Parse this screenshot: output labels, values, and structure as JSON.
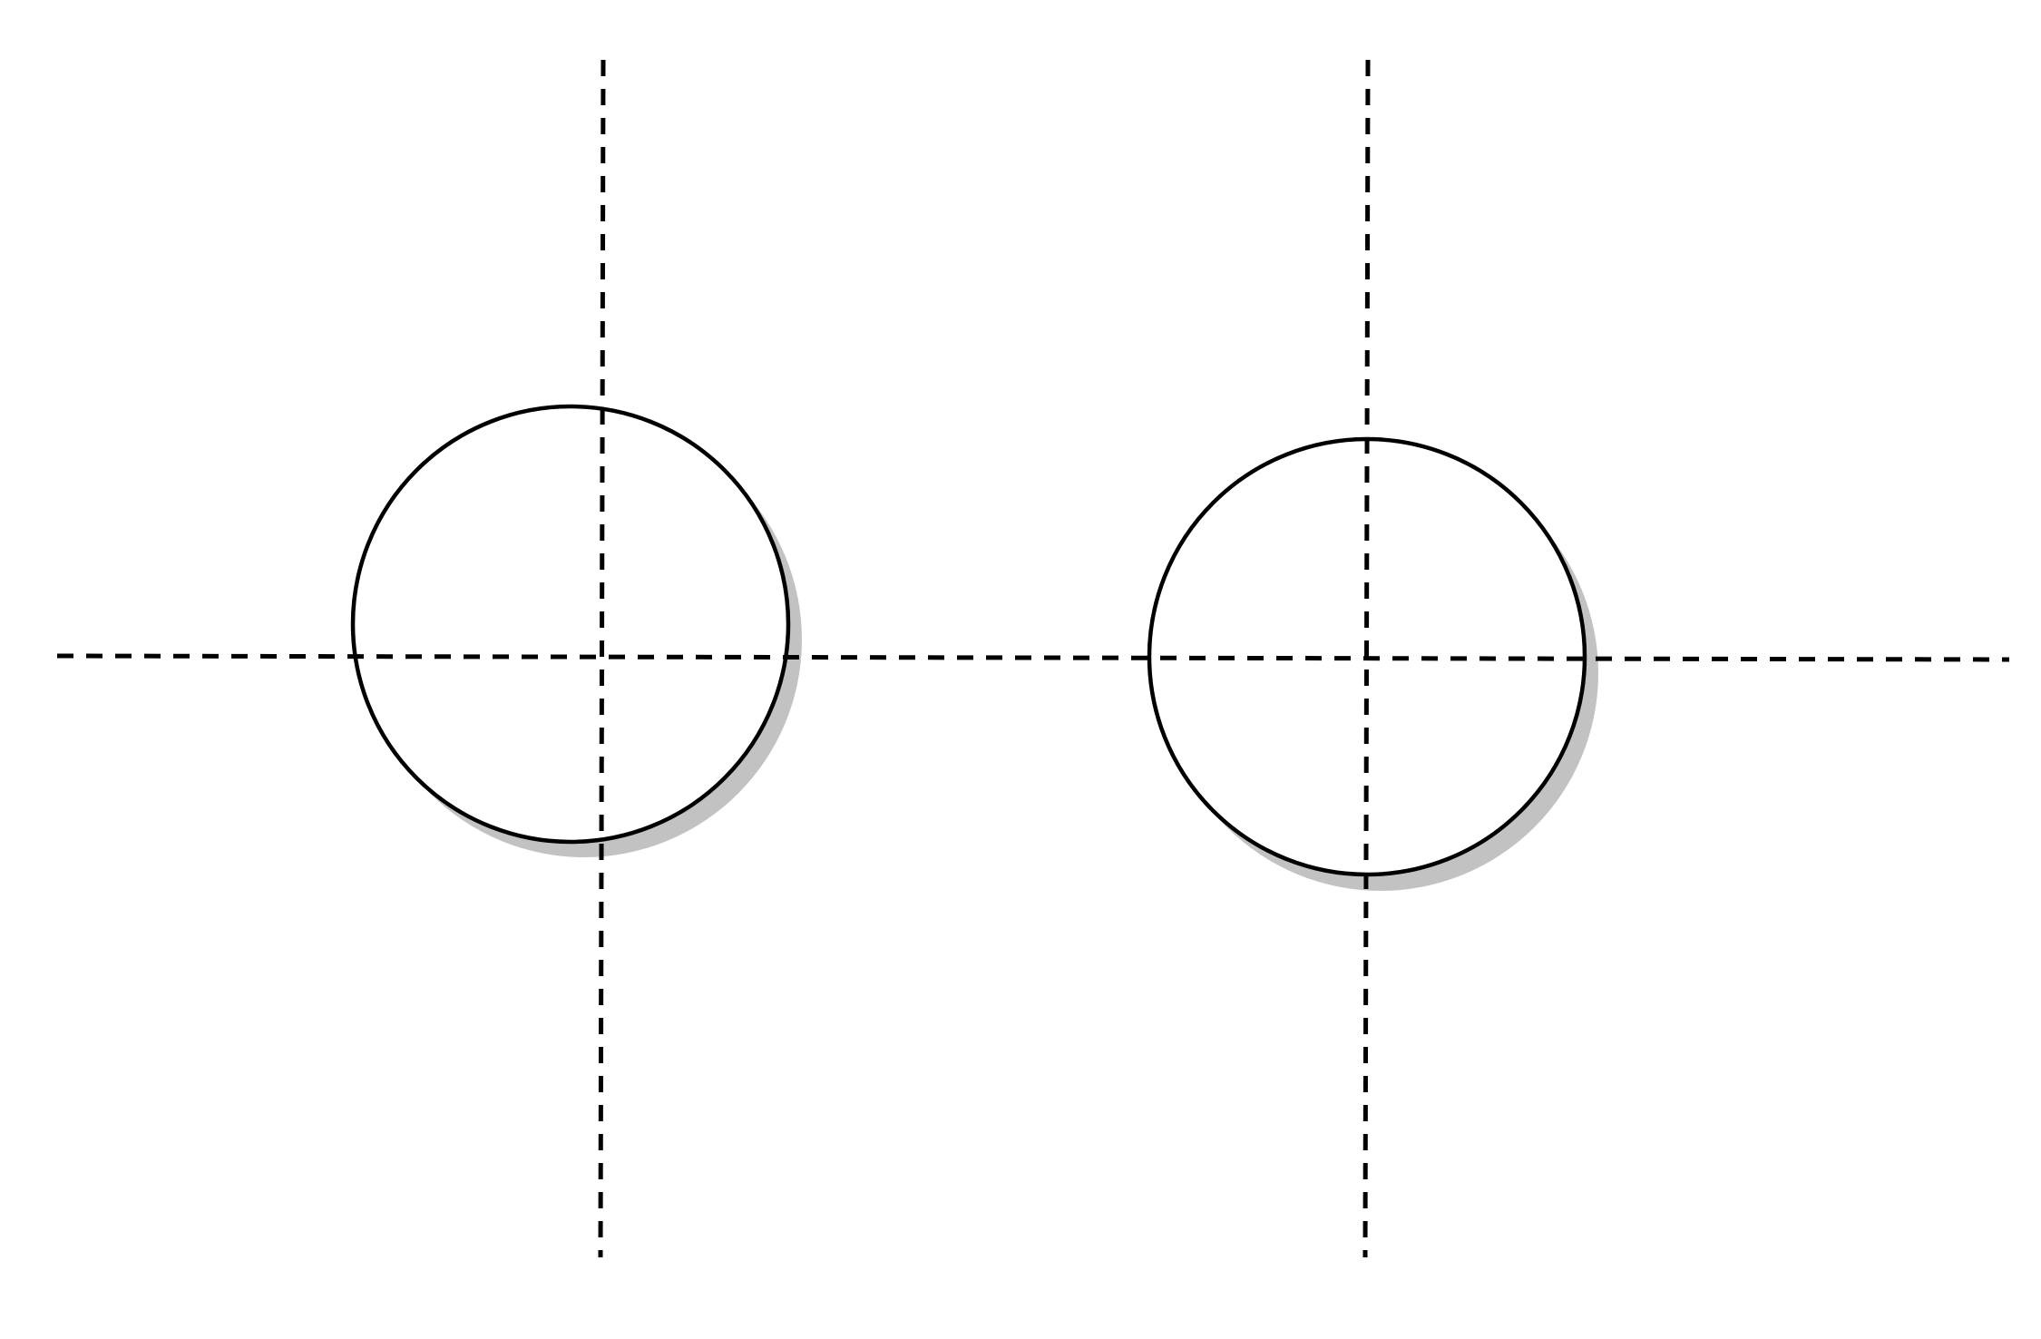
{
  "colors": {
    "background": "#ffffff",
    "stroke": "#000000",
    "shadow": "#c2c2c2"
  },
  "elements": {
    "guides": [
      {
        "name": "horizontal-guide-line",
        "style": "dashed"
      },
      {
        "name": "left-vertical-guide-line",
        "style": "dashed"
      },
      {
        "name": "right-vertical-guide-line",
        "style": "dashed"
      }
    ],
    "circles": [
      {
        "name": "left-circle",
        "shadow": true,
        "fill": "none"
      },
      {
        "name": "right-circle",
        "shadow": true,
        "fill": "none"
      }
    ]
  }
}
